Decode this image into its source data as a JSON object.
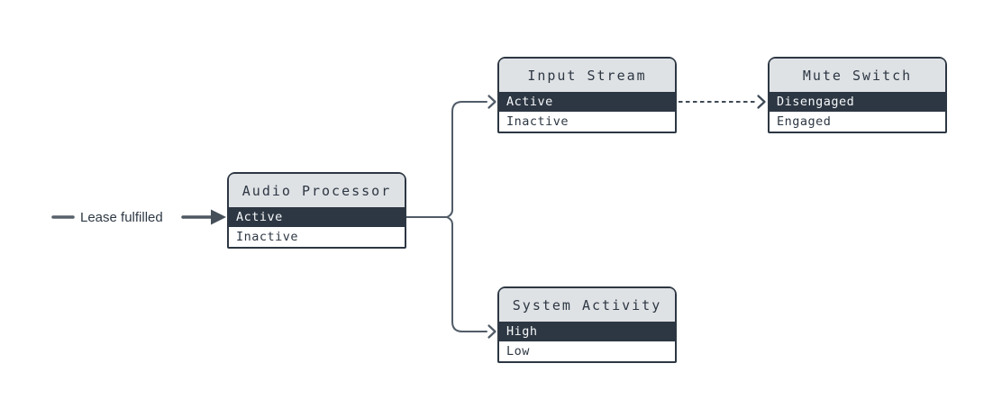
{
  "diagram": {
    "background_color": "#ffffff",
    "entry_edge": {
      "label": "Lease fulfilled",
      "style": "solid",
      "arrowhead": "filled-triangle",
      "target": "Audio Processor / Active"
    },
    "nodes": [
      {
        "id": "audio-processor",
        "title": "Audio Processor",
        "active_state": "Active",
        "states": [
          {
            "label": "Active",
            "active": true
          },
          {
            "label": "Inactive",
            "active": false
          }
        ]
      },
      {
        "id": "input-stream",
        "title": "Input Stream",
        "active_state": "Active",
        "states": [
          {
            "label": "Active",
            "active": true
          },
          {
            "label": "Inactive",
            "active": false
          }
        ]
      },
      {
        "id": "mute-switch",
        "title": "Mute Switch",
        "active_state": "Disengaged",
        "states": [
          {
            "label": "Disengaged",
            "active": true
          },
          {
            "label": "Engaged",
            "active": false
          }
        ]
      },
      {
        "id": "system-activity",
        "title": "System Activity",
        "active_state": "High",
        "states": [
          {
            "label": "High",
            "active": true
          },
          {
            "label": "Low",
            "active": false
          }
        ]
      }
    ],
    "edges": [
      {
        "from": "Audio Processor / Active",
        "to": "Input Stream / Active",
        "style": "solid",
        "arrowhead": "open-chevron"
      },
      {
        "from": "Audio Processor / Active",
        "to": "System Activity / High",
        "style": "solid",
        "arrowhead": "open-chevron"
      },
      {
        "from": "Input Stream / Active",
        "to": "Mute Switch / Disengaged",
        "style": "dashed",
        "arrowhead": "open-chevron"
      }
    ],
    "colors": {
      "node_border": "#2d3743",
      "node_header_bg": "#dfe2e5",
      "active_row_bg": "#2d3743",
      "active_row_text": "#f7f9fa",
      "inactive_row_text": "#2d3743",
      "connector": "#515c68",
      "dashed_connector": "#3f4a56",
      "entry_arrow": "#4d5762",
      "entry_dash": "#57616b",
      "label_text": "#2f3a45"
    }
  }
}
